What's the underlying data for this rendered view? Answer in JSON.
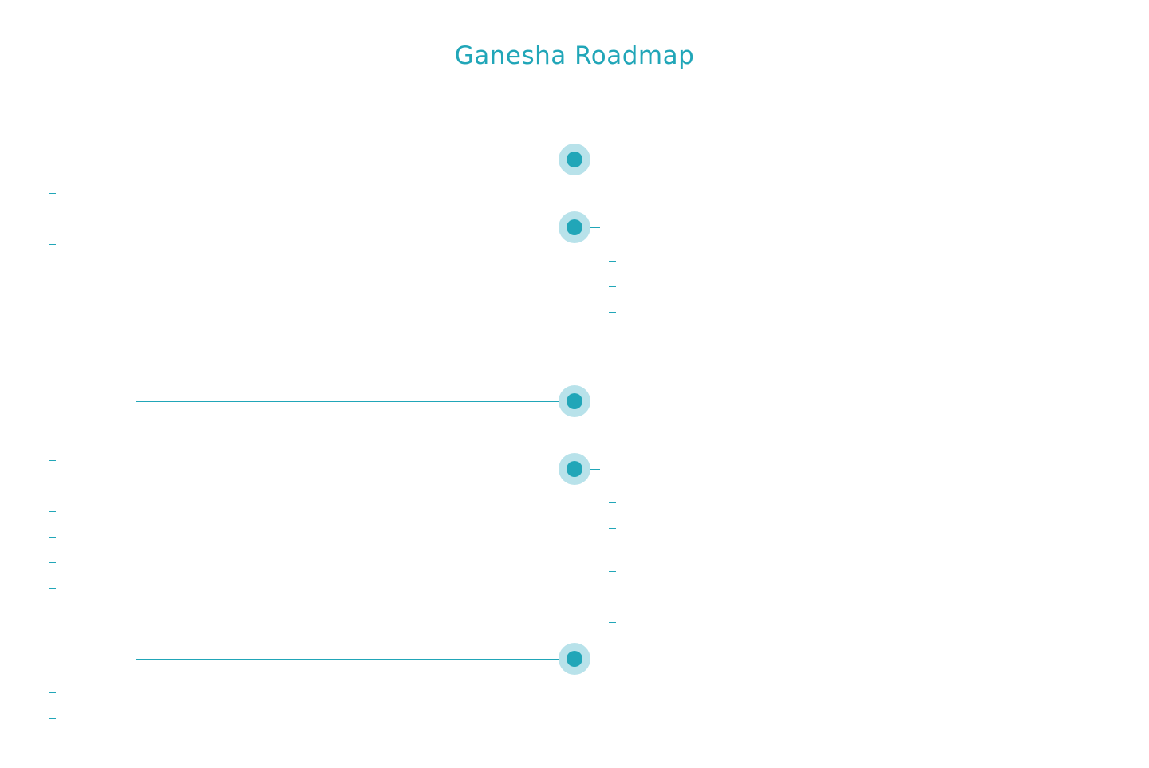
{
  "title": "Ganesha Roadmap",
  "colors": {
    "accent": "#21a6b8",
    "node_halo": "#b8e2ea"
  },
  "milestones": [
    {
      "side": "left",
      "items": [
        "",
        "",
        "",
        "",
        ""
      ]
    },
    {
      "side": "right",
      "items": [
        "",
        "",
        ""
      ]
    },
    {
      "side": "left",
      "items": [
        "",
        "",
        "",
        "",
        "",
        "",
        ""
      ]
    },
    {
      "side": "right",
      "items": [
        "",
        "",
        "",
        "",
        ""
      ]
    },
    {
      "side": "left",
      "items": [
        "",
        ""
      ]
    }
  ]
}
